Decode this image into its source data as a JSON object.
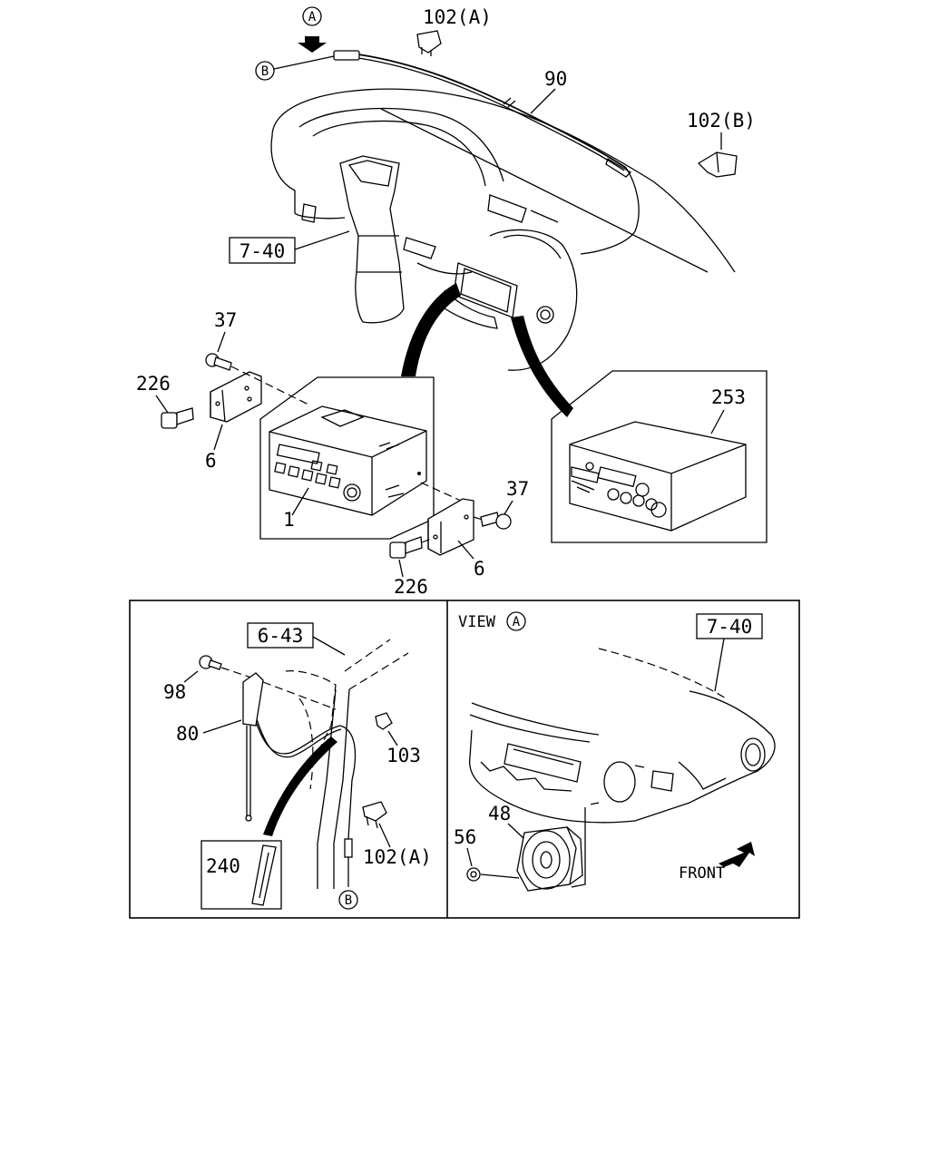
{
  "callouts": {
    "view_a_marker": "A",
    "part_102a_top": "102(A)",
    "ref_b_top": "B",
    "part_90": "90",
    "part_102b": "102(B)",
    "ref_7_40_top": "7-40",
    "part_37_left": "37",
    "part_226_left": "226",
    "part_6_left": "6",
    "part_1": "1",
    "part_253": "253",
    "part_37_right": "37",
    "part_6_right": "6",
    "part_226_bottom": "226"
  },
  "inset_left": {
    "ref_6_43": "6-43",
    "part_98": "98",
    "part_80": "80",
    "part_103": "103",
    "part_240": "240",
    "part_102a": "102(A)",
    "ref_b": "B"
  },
  "inset_right": {
    "view_label": "VIEW",
    "view_marker": "A",
    "ref_7_40": "7-40",
    "part_48": "48",
    "part_56": "56",
    "front_label": "FRONT"
  }
}
